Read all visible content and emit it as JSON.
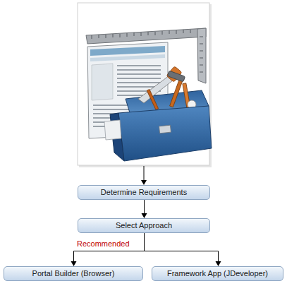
{
  "diagram": {
    "nodes": [
      {
        "text": [
          "Determine Requirements"
        ]
      },
      {
        "text": [
          "Select Approach"
        ]
      },
      {
        "text": [
          "Portal Builder (Browser)"
        ]
      },
      {
        "text": [
          "Framework App (JDeveloper)"
        ]
      }
    ],
    "edges": [
      {
        "from": 0,
        "to": 1,
        "arrow": "to"
      },
      {
        "from": 1,
        "to": 2,
        "label": "Recommended",
        "arrow": "to"
      },
      {
        "from": 1,
        "to": 3,
        "arrow": "to"
      }
    ]
  }
}
